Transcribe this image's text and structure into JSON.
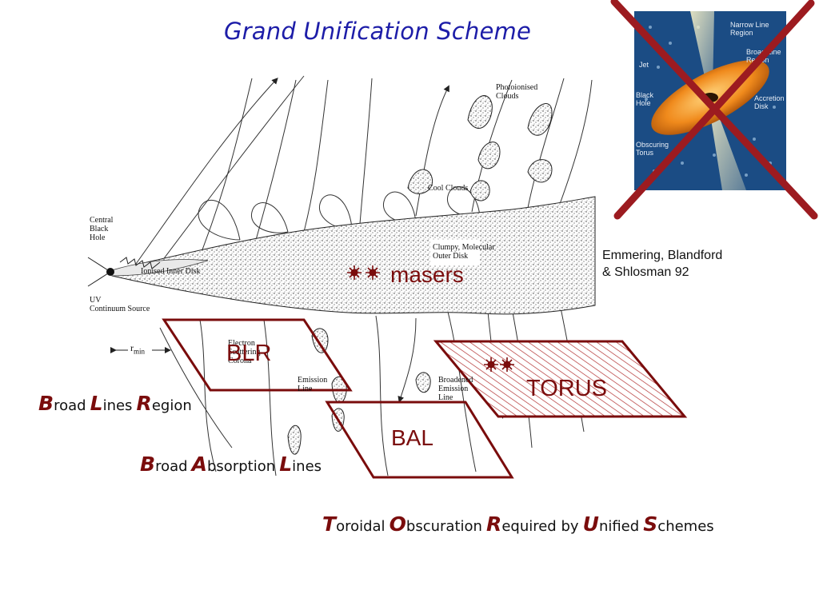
{
  "title": "Grand Unification Scheme",
  "diagram_labels": {
    "central_black_hole": [
      "Central",
      "Black",
      "Hole"
    ],
    "uv_source": [
      "UV",
      "Continuum Source"
    ],
    "ionised_inner_disk": "Ionised Inner Disk",
    "clumpy_outer_disk": [
      "Clumpy, Molecular",
      "Outer Disk"
    ],
    "photoionised_clouds": [
      "Photoionised",
      "Clouds"
    ],
    "cool_clouds": "Cool Clouds",
    "electron_corona": [
      "Electron",
      "Scattering",
      "Corona"
    ],
    "emission_line": [
      "Emission",
      "Line"
    ],
    "broadened_emission": [
      "Broadened",
      "Emission",
      "Line"
    ],
    "r_min": "r"
  },
  "overlays": {
    "masers": "masers",
    "blr": "BLR",
    "torus": "TORUS",
    "bal": "BAL"
  },
  "citation": [
    "Emmering, Blandford",
    "& Shlosman 92"
  ],
  "acronyms": {
    "blr": [
      {
        "cap": "B",
        "rest": "road"
      },
      {
        "cap": "L",
        "rest": "ines"
      },
      {
        "cap": "R",
        "rest": "egion"
      }
    ],
    "bal": [
      {
        "cap": "B",
        "rest": "road"
      },
      {
        "cap": "A",
        "rest": "bsorption"
      },
      {
        "cap": "L",
        "rest": "ines"
      }
    ],
    "torus": [
      {
        "cap": "T",
        "rest": "oroidal"
      },
      {
        "cap": "O",
        "rest": "bscuration"
      },
      {
        "cap": "R",
        "rest": "equired by"
      },
      {
        "cap": "U",
        "rest": "nified"
      },
      {
        "cap": "S",
        "rest": "chemes"
      }
    ]
  },
  "inset": {
    "labels": {
      "narrow_line": [
        "Narrow Line",
        "Region"
      ],
      "broad_line": [
        "Broad Line",
        "Region"
      ],
      "jet": "Jet",
      "black_hole": [
        "Black",
        "Hole"
      ],
      "accretion_disk": [
        "Accretion",
        "Disk"
      ],
      "obscuring_torus": [
        "Obscuring",
        "Torus"
      ]
    }
  },
  "colors": {
    "title": "#1d1da8",
    "accent": "#7a0c0c",
    "cross": "#9c1b20",
    "inset_bg": "#1b4c84"
  }
}
